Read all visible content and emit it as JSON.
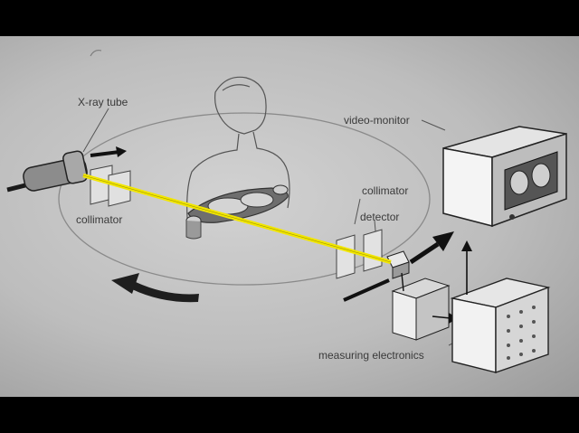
{
  "labels": {
    "xray_tube": "X-ray tube",
    "collimator_left": "collimator",
    "collimator_right": "collimator",
    "detector": "detector",
    "video_monitor": "video-monitor",
    "measuring_electronics": "measuring electronics"
  },
  "colors": {
    "beam": "#f2e600",
    "ink": "#2e2e2e",
    "paper": "#c8c8c8"
  }
}
